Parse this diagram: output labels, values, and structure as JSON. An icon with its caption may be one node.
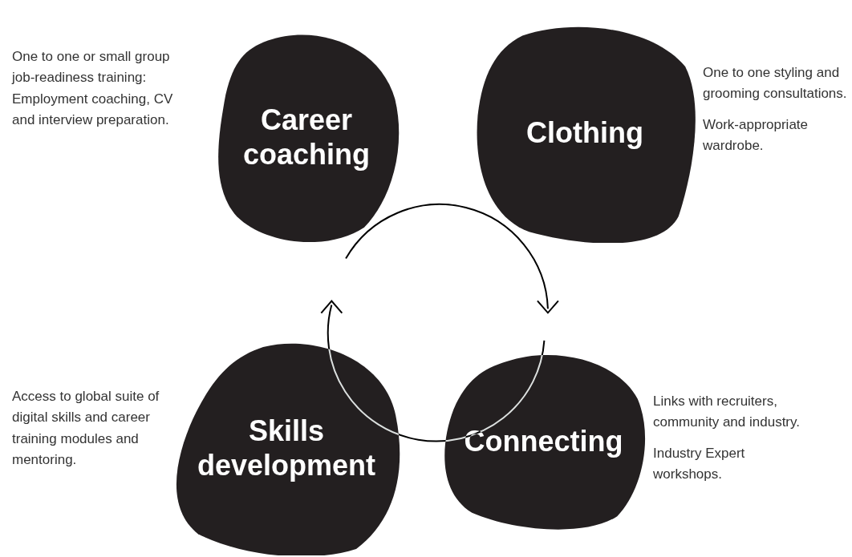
{
  "diagram": {
    "nodes": [
      {
        "text": [
          "Career coaching"
        ],
        "beside": [
          "One to one or small group job-readiness training: Employment coaching, CV and interview preparation."
        ]
      },
      {
        "text": [
          "Clothing"
        ],
        "beside": [
          "One to one styling and grooming consultations.",
          "Work-appropriate wardrobe."
        ]
      },
      {
        "text": [
          "Skills development"
        ],
        "beside": [
          "Access to global suite of digital skills and career training modules and mentoring."
        ]
      },
      {
        "text": [
          "Connecting"
        ],
        "beside": [
          "Links with recruiters, community and industry.",
          "Industry Expert workshops."
        ]
      }
    ]
  }
}
